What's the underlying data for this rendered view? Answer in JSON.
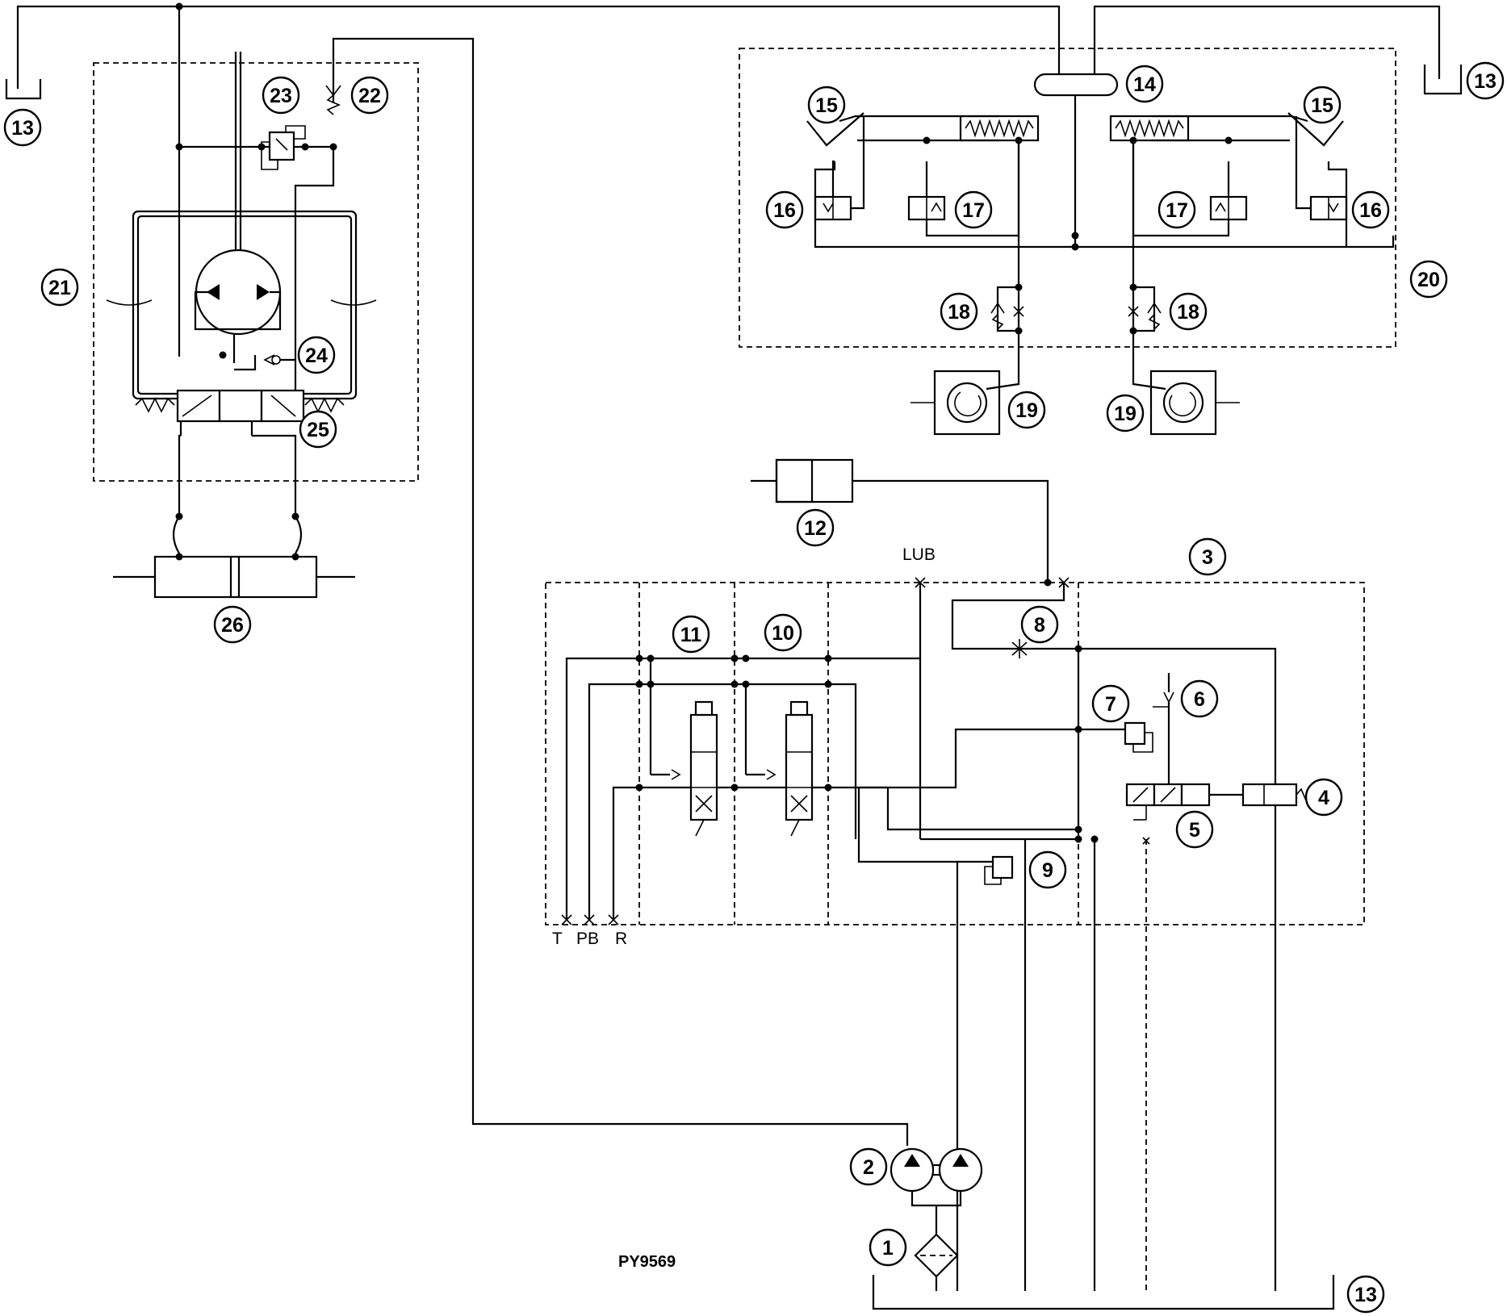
{
  "diagram": {
    "code": "PY9569",
    "port_labels": {
      "lub": "LUB",
      "t": "T",
      "pb": "PB",
      "r": "R"
    },
    "callouts": [
      "13",
      "13",
      "13",
      "14",
      "15",
      "15",
      "16",
      "16",
      "17",
      "17",
      "18",
      "18",
      "19",
      "19",
      "20",
      "21",
      "22",
      "23",
      "24",
      "25",
      "26",
      "12",
      "3",
      "11",
      "10",
      "8",
      "7",
      "6",
      "4",
      "5",
      "9",
      "2",
      "1"
    ]
  }
}
